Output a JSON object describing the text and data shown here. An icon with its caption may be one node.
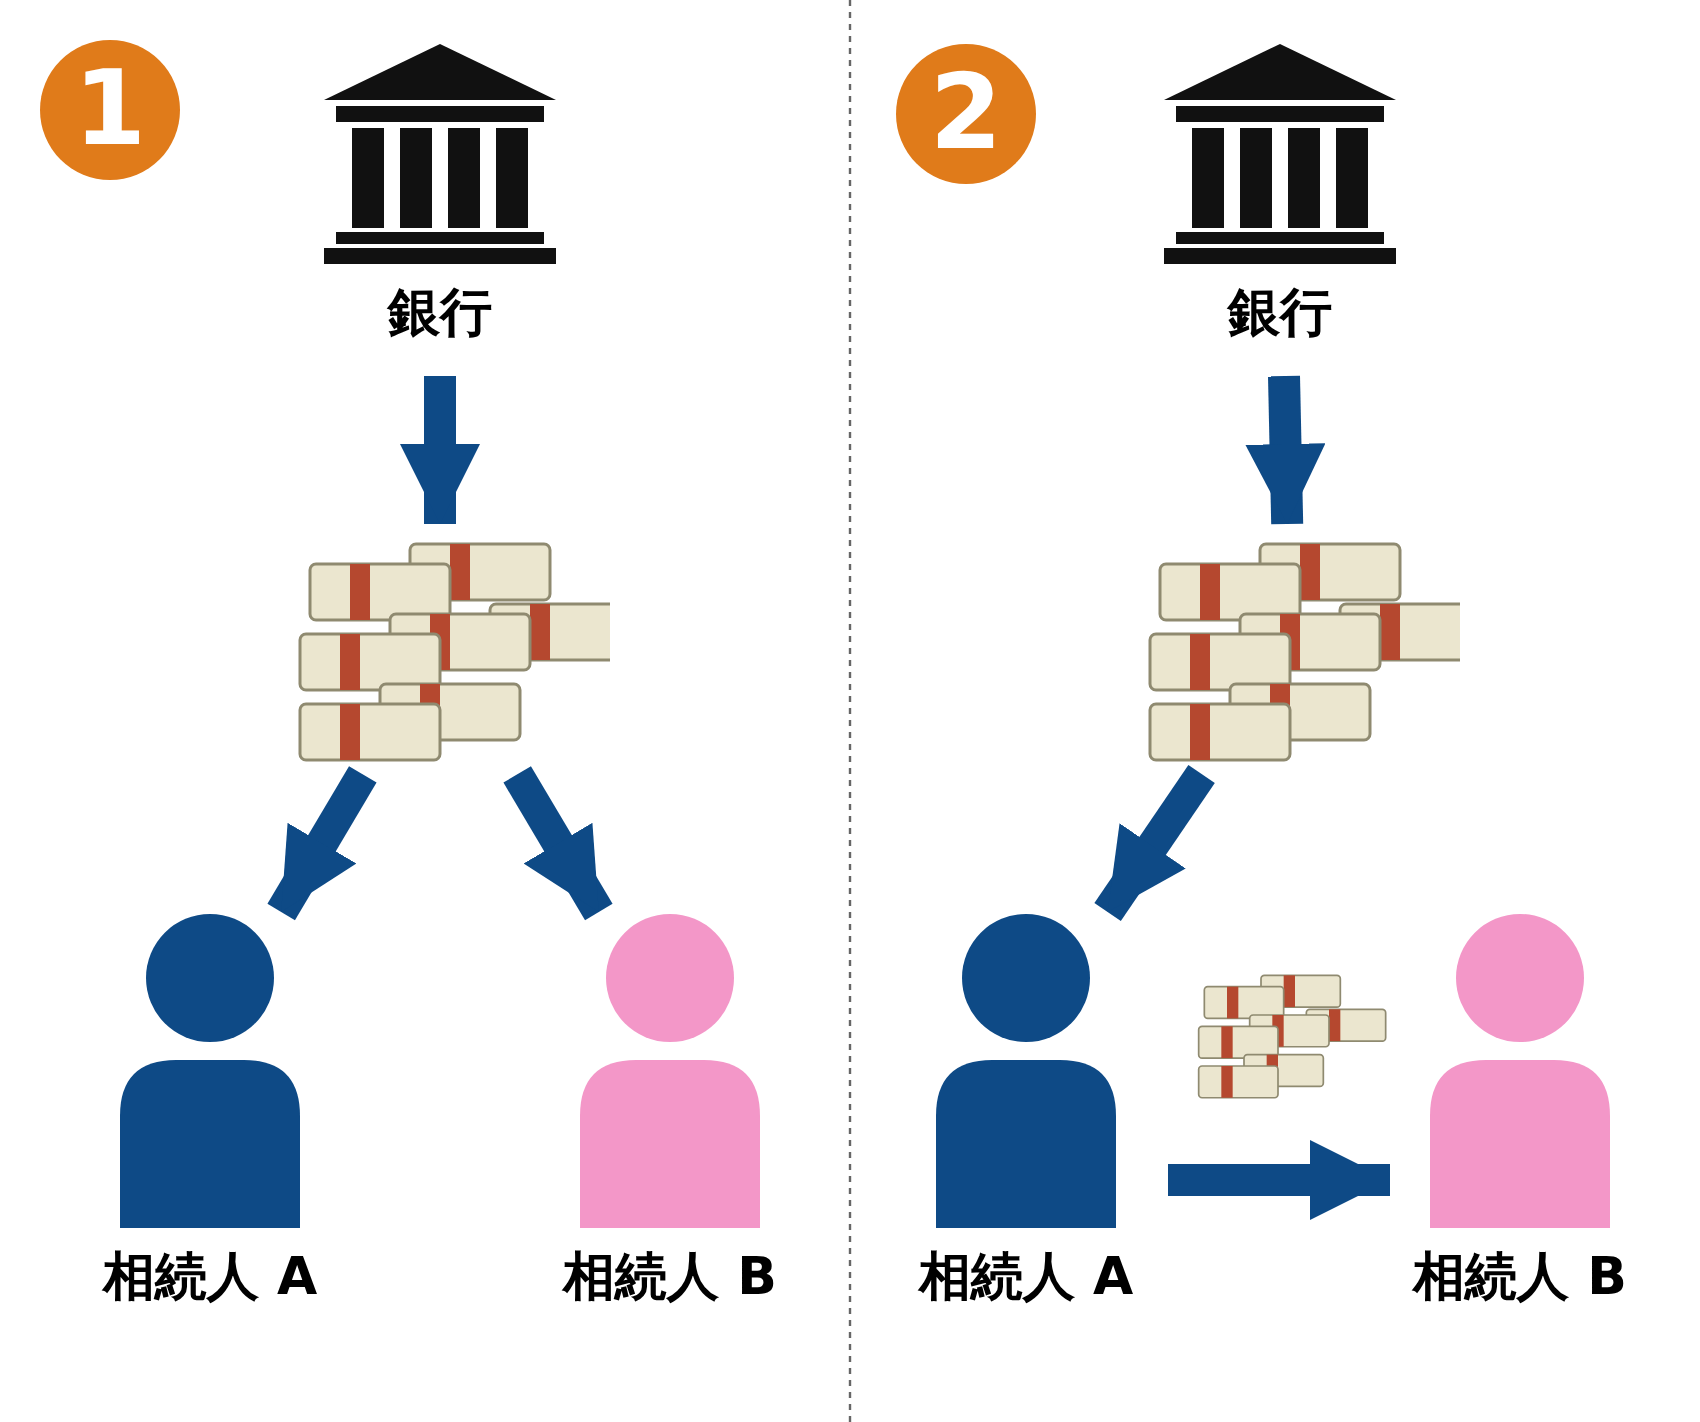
{
  "diagram": {
    "nodes": [
      {
        "text": [
          "1"
        ]
      },
      {
        "text": [
          "銀行"
        ]
      },
      {
        "text": [],
        "shape": "picture"
      },
      {
        "text": [
          "相続人 A"
        ]
      },
      {
        "text": [
          "相続人 B"
        ]
      },
      {
        "text": [
          "2"
        ]
      },
      {
        "text": [
          "銀行"
        ]
      },
      {
        "text": [],
        "shape": "picture"
      },
      {
        "text": [
          "相続人 A"
        ]
      },
      {
        "text": [
          "相続人 B"
        ]
      }
    ],
    "edges": [
      {
        "from": 1,
        "to": 2,
        "arrow": "to"
      },
      {
        "from": 2,
        "to": 3,
        "arrow": "to"
      },
      {
        "from": 2,
        "to": 4,
        "arrow": "to"
      },
      {
        "from": 6,
        "to": 7,
        "arrow": "to"
      },
      {
        "from": 7,
        "to": 8,
        "arrow": "to"
      },
      {
        "from": 8,
        "to": 9,
        "arrow": "to"
      }
    ]
  }
}
